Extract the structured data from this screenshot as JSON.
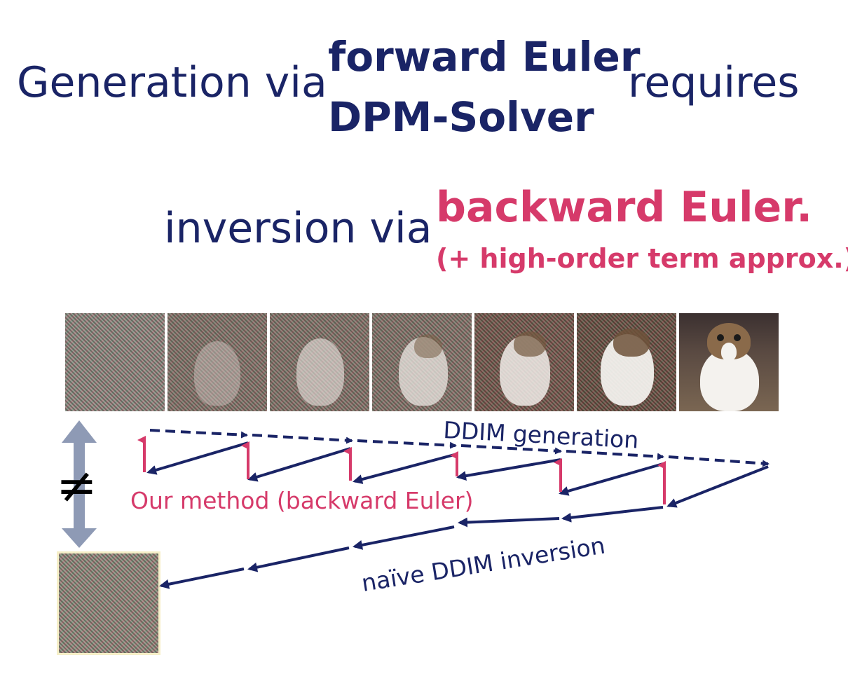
{
  "heading": {
    "generation_via": "Generation via",
    "forward_euler": "forward Euler",
    "dpm_solver": "DPM-Solver",
    "requires": "requires",
    "inversion_via": "inversion via",
    "backward_euler": "backward Euler.",
    "high_order": "(+  high-order term approx.)"
  },
  "labels": {
    "ddim_generation": "DDIM generation",
    "our_method": "Our method (backward Euler)",
    "naive_inversion": "naïve DDIM inversion",
    "not_equal": "≠"
  },
  "colors": {
    "navy": "#1a2466",
    "pink": "#d63a6a",
    "grey_arrow": "#8e9ab5"
  },
  "icons": {
    "not_equal": "not-equal-symbol",
    "double_arrow": "vertical-double-arrow"
  },
  "strip": {
    "frames": 7,
    "final": "cat"
  }
}
